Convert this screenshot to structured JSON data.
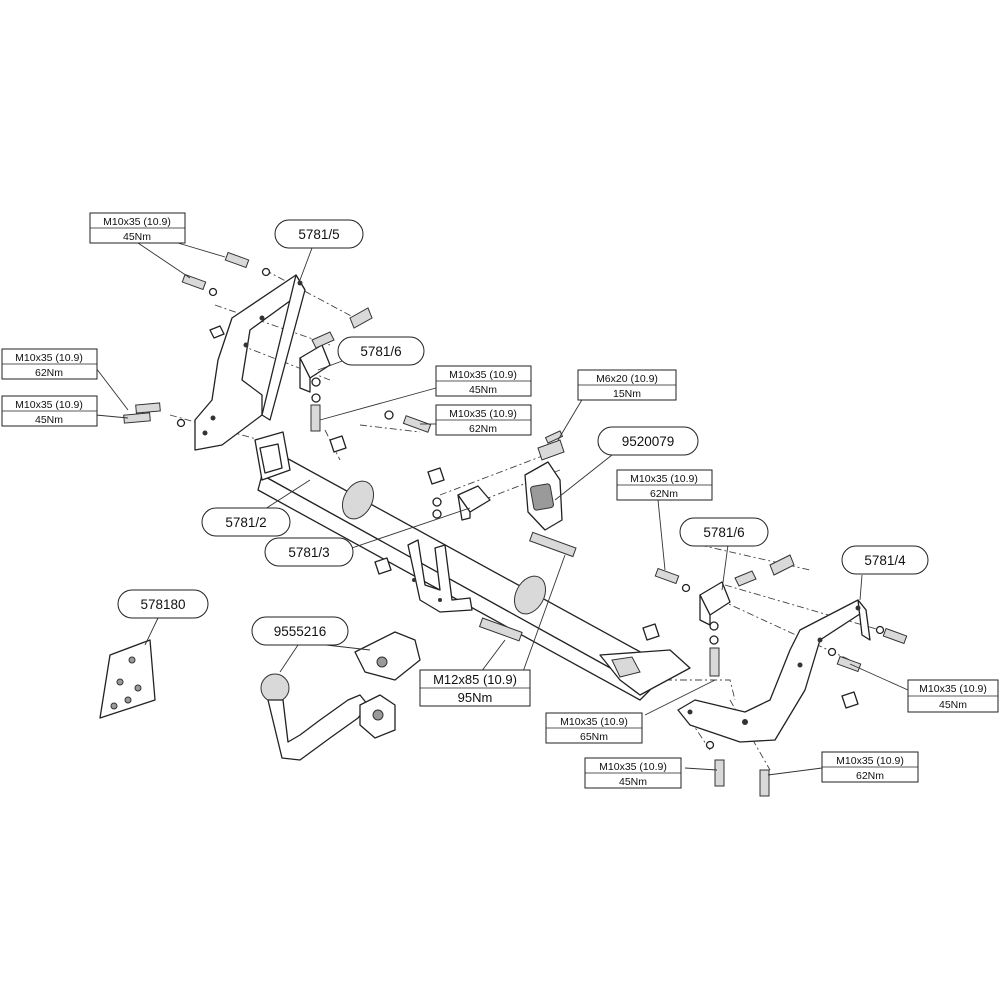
{
  "diagram": {
    "part_numbers": {
      "p1": "5781/5",
      "p2": "5781/6",
      "p3": "9520079",
      "p4": "5781/2",
      "p5": "5781/3",
      "p6": "5781/6",
      "p7": "5781/4",
      "p8": "578180",
      "p9": "9555216"
    },
    "bolt_specs": {
      "b1": {
        "size": "M10x35 (10.9)",
        "torque": "45Nm"
      },
      "b2": {
        "size": "M10x35 (10.9)",
        "torque": "62Nm"
      },
      "b3": {
        "size": "M10x35 (10.9)",
        "torque": "45Nm"
      },
      "b4": {
        "size": "M10x35 (10.9)",
        "torque": "45Nm"
      },
      "b5": {
        "size": "M10x35 (10.9)",
        "torque": "62Nm"
      },
      "b6": {
        "size": "M6x20 (10.9)",
        "torque": "15Nm"
      },
      "b7": {
        "size": "M10x35 (10.9)",
        "torque": "62Nm"
      },
      "b8": {
        "size": "M12x85 (10.9)",
        "torque": "95Nm"
      },
      "b9": {
        "size": "M10x35 (10.9)",
        "torque": "45Nm"
      },
      "b10": {
        "size": "M10x35 (10.9)",
        "torque": "65Nm"
      },
      "b11": {
        "size": "M10x35 (10.9)",
        "torque": "45Nm"
      },
      "b12": {
        "size": "M10x35 (10.9)",
        "torque": "62Nm"
      }
    }
  }
}
